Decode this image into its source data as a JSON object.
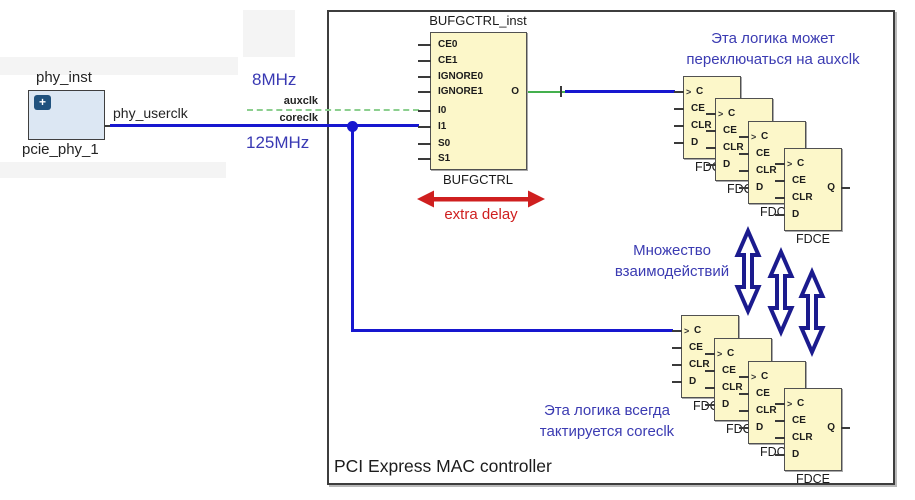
{
  "colors": {
    "wire_blue": "#1717cf",
    "wire_green": "#44b04e",
    "wire_green_dashed": "#8ccf8f",
    "annotation_blue": "#3b3bb2",
    "annotation_red": "#cf1f1f",
    "arrow_navy": "#1b1b8e",
    "block_fill": "#fcf7c9",
    "phy_fill": "#dce7f3"
  },
  "phy": {
    "instance_label": "phy_inst",
    "component_label": "pcie_phy_1",
    "wire_label": "phy_userclk",
    "plus_icon": "+"
  },
  "clocks": {
    "aux_freq": "8MHz",
    "aux_name": "auxclk",
    "core_name": "coreclk",
    "core_freq": "125MHz"
  },
  "bufgctrl": {
    "instance_label": "BUFGCTRL_inst",
    "type_label": "BUFGCTRL",
    "input_ports": [
      "CE0",
      "CE1",
      "IGNORE0",
      "IGNORE1",
      "I0",
      "I1",
      "S0",
      "S1"
    ],
    "output_port": "O"
  },
  "fdce": {
    "type_label": "FDCE",
    "input_ports": [
      "C",
      "CE",
      "CLR",
      "D"
    ],
    "output_port": "Q",
    "top_stack_count": 4,
    "bottom_stack_count": 4
  },
  "annotations": {
    "aux_logic_line1": "Эта логика может",
    "aux_logic_line2": "переключаться на auxclk",
    "interactions_line1": "Множество",
    "interactions_line2": "взаимодействий",
    "core_logic_line1": "Эта логика всегда",
    "core_logic_line2": "тактируется coreclk",
    "extra_delay": "extra delay"
  },
  "mac_box": {
    "title": "PCI Express MAC controller"
  }
}
